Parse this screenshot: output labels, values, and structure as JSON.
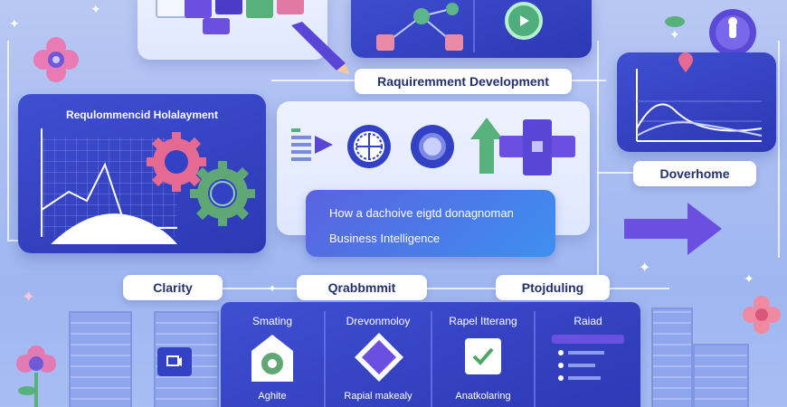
{
  "pills": {
    "top": "Raquiremment Development",
    "right": "Doverhome",
    "clarity": "Clarity",
    "middle": "Qrabbmmit",
    "right_bottom": "Ptojduling"
  },
  "left_panel": {
    "title": "Requlommencid Holalayment"
  },
  "blue_box": {
    "line1": "How a dachoive eigtd donagnoman",
    "line2": "Business Intelligence"
  },
  "bottom_tiles": [
    {
      "title": "Smating",
      "caption": "Aghite"
    },
    {
      "title": "Drevonmoloy",
      "caption": "Rapial makealy"
    },
    {
      "title": "Rapel Itterang",
      "caption": "Anatkolaring"
    },
    {
      "title": "Raiad",
      "caption": ""
    }
  ],
  "colors": {
    "dark_panel": "#3342c4",
    "gear_pink": "#e46a93",
    "gear_green": "#5fa876",
    "arrow_purple": "#6b4fe0",
    "check_green": "#4aa862"
  }
}
